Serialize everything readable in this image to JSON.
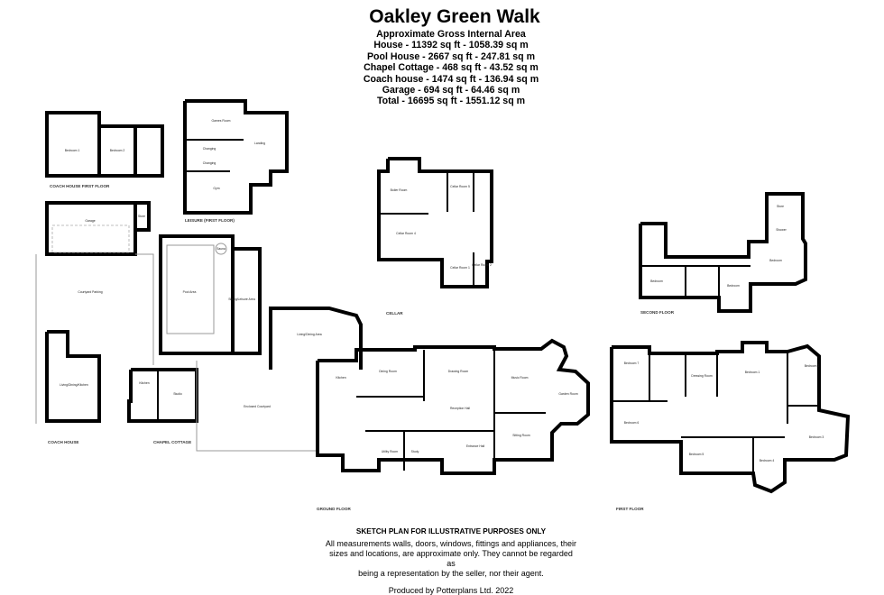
{
  "header": {
    "title": "Oakley Green Walk",
    "subtitle": "Approximate Gross Internal Area",
    "areas": [
      "House - 11392 sq ft - 1058.39 sq m",
      "Pool House  - 2667 sq ft - 247.81 sq m",
      "Chapel Cottage - 468 sq ft - 43.52 sq m",
      "Coach house - 1474 sq ft - 136.94 sq m",
      "Garage - 694 sq ft - 64.46 sq m",
      "Total - 16695 sq ft - 1551.12 sq m"
    ]
  },
  "floors": {
    "coach_first": "COACH HOUSE FIRST FLOOR",
    "leisure": "LEISURE (FIRST FLOOR)",
    "cellar": "CELLAR",
    "second": "SECOND FLOOR",
    "coach": "COACH HOUSE",
    "chapel": "CHAPEL COTTAGE",
    "ground": "GROUND FLOOR",
    "first": "FIRST FLOOR"
  },
  "rooms": {
    "ch_bed1": "Bedroom 1",
    "ch_bed2": "Bedroom 2",
    "games": "Games Room",
    "landing": "Landing",
    "changing1": "Changing",
    "changing2": "Changing",
    "gym": "Gym",
    "garage": "Garage",
    "store": "Store",
    "parking": "Courtyard Parking",
    "ch_living": "Living/Dining/Kitchen",
    "cc_kitchen": "Kitchen",
    "cc_studio": "Studio",
    "pool": "Pool Area",
    "sitting_leisure": "Sitting/Leisure Area",
    "sauna": "Sauna",
    "living_dining": "Living/Dining Area",
    "courtyard": "Enclosed Courtyard",
    "kitchen": "Kitchen",
    "dining": "Dining Room",
    "drawing": "Drawing Room",
    "music": "Music Room",
    "garden": "Garden Room",
    "reception": "Reception Hall",
    "sitting": "Sitting Room",
    "entrance": "Entrance Hall",
    "utility": "Utility Room",
    "study": "Study",
    "boiler": "Boiler Room",
    "cellar5": "Cellar Room 5",
    "cellar4": "Cellar Room 4",
    "cellar1": "Cellar Room 1",
    "cellar2": "Cellar Room 2",
    "sf_store": "Store",
    "sf_shower": "Shower",
    "sf_bed_a": "Bedroom",
    "sf_bed_b": "Bedroom",
    "sf_bed_c": "Bedroom",
    "bed7": "Bedroom 7",
    "dressing": "Dressing Room",
    "bed1": "Bedroom 1",
    "bed2": "Bedroom 2",
    "bed6": "Bedroom 6",
    "bed3": "Bedroom 3",
    "bed5": "Bedroom 5",
    "bed4": "Bedroom 4"
  },
  "footer": {
    "disclaimer_title": "SKETCH PLAN FOR ILLUSTRATIVE PURPOSES ONLY",
    "disclaimer_lines": [
      "All measurements walls, doors, windows, fittings and appliances, their",
      "sizes and locations, are approximate only. They cannot be regarded as",
      "being a representation by the seller, nor their agent."
    ],
    "produced": "Produced by Potterplans Ltd. 2022"
  }
}
